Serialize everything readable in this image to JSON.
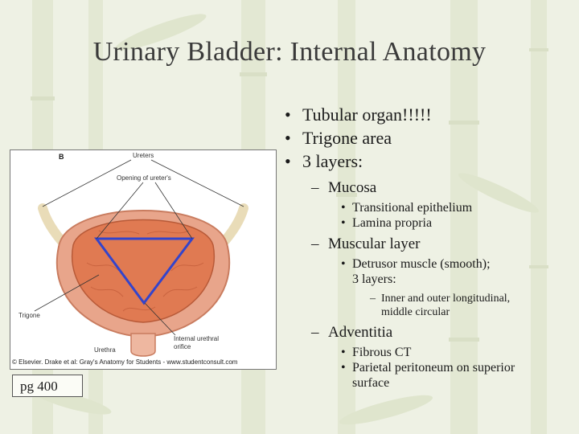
{
  "slide": {
    "title": "Urinary Bladder: Internal Anatomy",
    "page_ref": "pg 400"
  },
  "figure": {
    "panel_letter": "B",
    "labels": {
      "ureters": "Ureters",
      "opening": "Opening of ureter's",
      "trigone": "Trigone",
      "urethra": "Urethra",
      "internal_orifice_line1": "Internal urethral",
      "internal_orifice_line2": "orifice"
    },
    "copyright": "© Elsevier. Drake et al: Gray's Anatomy for Students - www.studentconsult.com",
    "colors": {
      "bladder_outer": "#e8a58b",
      "bladder_inner": "#e07a52",
      "trigone_outline": "#3344cc",
      "ureter": "#e9dcb8"
    }
  },
  "outline": {
    "bullets": [
      "Tubular organ!!!!!",
      "Trigone area",
      "3 layers:"
    ],
    "mucosa": {
      "label": "Mucosa",
      "items": [
        "Transitional epithelium",
        "Lamina propria"
      ]
    },
    "muscular": {
      "label": "Muscular layer",
      "item_line1": "Detrusor muscle (smooth);",
      "item_line2": "3 layers:",
      "sub_line1": "Inner and outer longitudinal,",
      "sub_line2": "middle circular"
    },
    "adventitia": {
      "label": "Adventitia",
      "item1": "Fibrous CT",
      "item2_line1": "Parietal peritoneum on superior",
      "item2_line2": "surface"
    }
  }
}
